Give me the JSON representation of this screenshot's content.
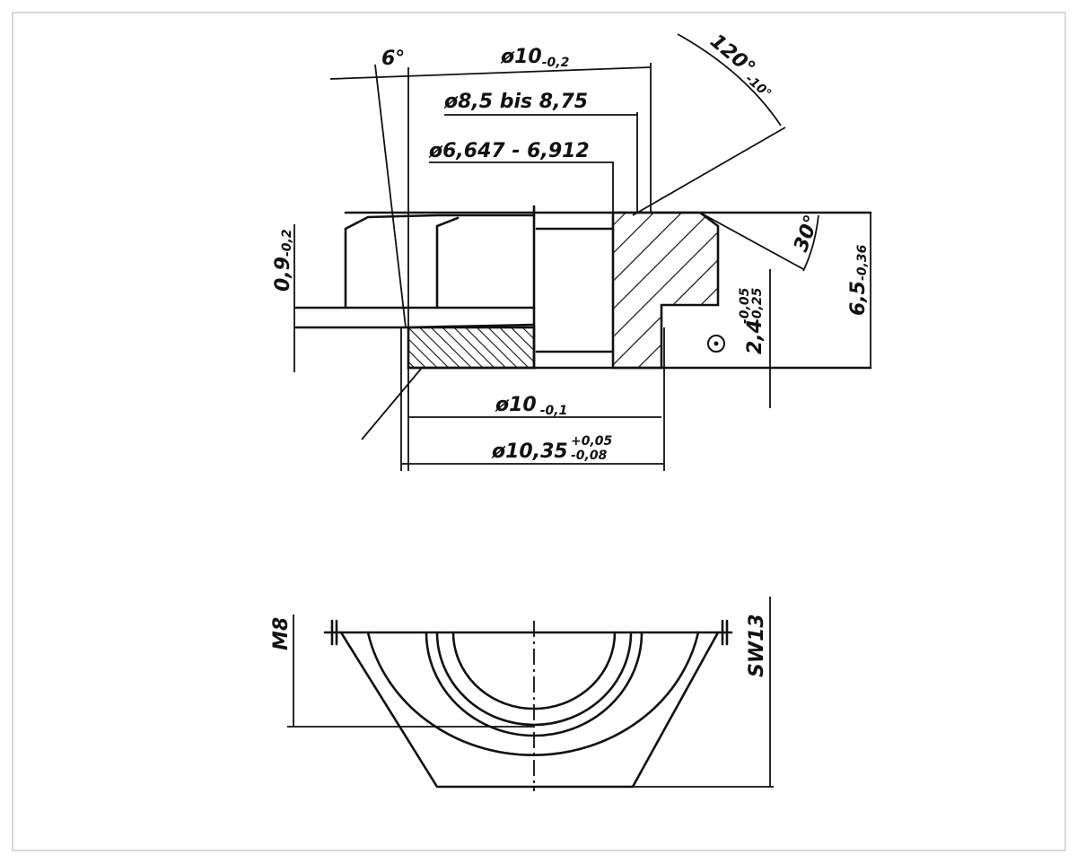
{
  "drawing": {
    "top_view": {
      "angle_6": "6°",
      "dia_10_main": "ø10",
      "dia_10_tol": "-0,2",
      "dia_8_5": "ø8,5 bis 8,75",
      "dia_6_647": "ø6,647 - 6,912",
      "angle_120_main": "120°",
      "angle_120_tol": "-10°",
      "angle_30": "30°",
      "height_0_9_main": "0,9",
      "height_0_9_tol": "-0,2",
      "height_6_5_main": "6,5",
      "height_6_5_tol": "-0,36",
      "height_2_4_main": "2,4",
      "height_2_4_tol_upper": "-0,05",
      "height_2_4_tol_lower": "-0,25",
      "dia_10_bottom_main": "ø10",
      "dia_10_bottom_tol": "-0,1",
      "dia_10_35_main": "ø10,35",
      "dia_10_35_tol_upper": "+0,05",
      "dia_10_35_tol_lower": "-0,08"
    },
    "bottom_view": {
      "thread": "M8",
      "wrench_size": "SW13"
    }
  }
}
